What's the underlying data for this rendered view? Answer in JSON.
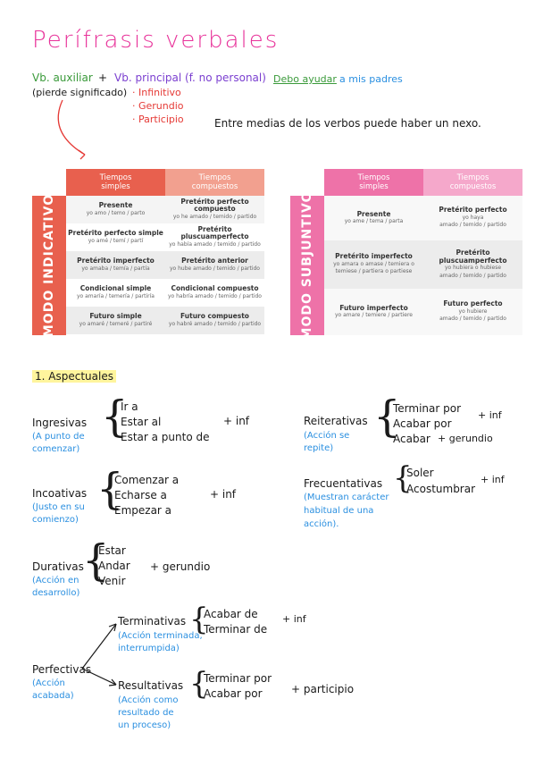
{
  "title": "Perífrasis verbales",
  "header": {
    "aux": "Vb. auxiliar",
    "plus": "+",
    "principal": "Vb. principal (f. no personal)",
    "pierde": "(pierde significado)",
    "forms": [
      "· Infinitivo",
      "· Gerundio",
      "· Participio"
    ],
    "example_underlined": "Debo ayudar",
    "example_rest": "a mis padres",
    "note": "Entre medias de los verbos puede haber un nexo."
  },
  "indicativo": {
    "side_label": "MODO INDICATIVO",
    "headers": [
      "Tiempos\nsimples",
      "Tiempos\ncompuestos"
    ],
    "rows": [
      [
        {
          "t": "Presente",
          "e": "yo amo / temo / parto"
        },
        {
          "t": "Pretérito perfecto compuesto",
          "e": "yo he amado / temido / partido"
        }
      ],
      [
        {
          "t": "Pretérito perfecto simple",
          "e": "yo amé / temí / partí"
        },
        {
          "t": "Pretérito pluscuamperfecto",
          "e": "yo había amado / temido / partido"
        }
      ],
      [
        {
          "t": "Pretérito imperfecto",
          "e": "yo amaba / temía / partía"
        },
        {
          "t": "Pretérito anterior",
          "e": "yo hube amado / temido / partido"
        }
      ],
      [
        {
          "t": "Condicional simple",
          "e": "yo amaría / temería / partiría"
        },
        {
          "t": "Condicional compuesto",
          "e": "yo habría amado / temido / partido"
        }
      ],
      [
        {
          "t": "Futuro simple",
          "e": "yo amaré / temeré / partiré"
        },
        {
          "t": "Futuro compuesto",
          "e": "yo habré amado / temido / partido"
        }
      ]
    ]
  },
  "subjuntivo": {
    "side_label": "MODO SUBJUNTIVO",
    "headers": [
      "Tiempos\nsimples",
      "Tiempos\ncompuestos"
    ],
    "rows": [
      [
        {
          "t": "Presente",
          "e": "yo ame / tema / parta"
        },
        {
          "t": "Pretérito perfecto",
          "e": "yo haya\namado / temido / partido"
        }
      ],
      [
        {
          "t": "Pretérito imperfecto",
          "e": "yo amara o amase / temiera o\ntemiese / partiera o partiese"
        },
        {
          "t": "Pretérito pluscuamperfecto",
          "e": "yo hubiera o hubiese\namado / temido / partido"
        }
      ],
      [
        {
          "t": "Futuro imperfecto",
          "e": "yo amare / temiere / partiere"
        },
        {
          "t": "Futuro perfecto",
          "e": "yo hubiere\namado / temido / partido"
        }
      ]
    ]
  },
  "aspectuales": {
    "title": "1. Aspectuales",
    "ingresivas": {
      "name": "Ingresivas",
      "desc": [
        "(A punto de",
        "comenzar)"
      ],
      "verbs": [
        "Ir a",
        "Estar al",
        "Estar a punto de"
      ],
      "suffix": "+ inf"
    },
    "reiterativas": {
      "name": "Reiterativas",
      "desc": [
        "(Acción se",
        "repite)"
      ],
      "verbs": [
        "Terminar por",
        "Acabar por",
        "Acabar"
      ],
      "suffix1": "+ inf",
      "suffix2": "+ gerundio"
    },
    "incoativas": {
      "name": "Incoativas",
      "desc": [
        "(Justo en su",
        "comienzo)"
      ],
      "verbs": [
        "Comenzar a",
        "Echarse a",
        "Empezar a"
      ],
      "suffix": "+ inf"
    },
    "frecuentativas": {
      "name": "Frecuentativas",
      "desc": [
        "(Muestran carácter",
        "habitual de una",
        "acción)."
      ],
      "verbs": [
        "Soler",
        "Acostumbrar"
      ],
      "suffix": "+ inf"
    },
    "durativas": {
      "name": "Durativas",
      "desc": [
        "(Acción en",
        "desarrollo)"
      ],
      "verbs": [
        "Estar",
        "Andar",
        "Venir"
      ],
      "suffix": "+ gerundio"
    },
    "perfectivas": {
      "name": "Perfectivas",
      "desc": [
        "(Acción",
        "acabada)"
      ]
    },
    "terminativas": {
      "name": "Terminativas",
      "desc": [
        "(Acción terminada,",
        "interrumpida)"
      ],
      "verbs": [
        "Acabar de",
        "Terminar de"
      ],
      "suffix": "+ inf"
    },
    "resultativas": {
      "name": "Resultativas",
      "desc": [
        "(Acción como",
        "resultado de",
        "un proceso)"
      ],
      "verbs": [
        "Terminar por",
        "Acabar por"
      ],
      "suffix": "+ participio"
    }
  },
  "colors": {
    "pink": "#e8339a",
    "green": "#3a9a3a",
    "purple": "#7b3fd0",
    "red": "#e53935",
    "blue": "#2a8fe0",
    "ind_dark": "#e8604e",
    "ind_light": "#f2a08f",
    "sub_dark": "#ee72a8",
    "sub_light": "#f5a8cb"
  }
}
